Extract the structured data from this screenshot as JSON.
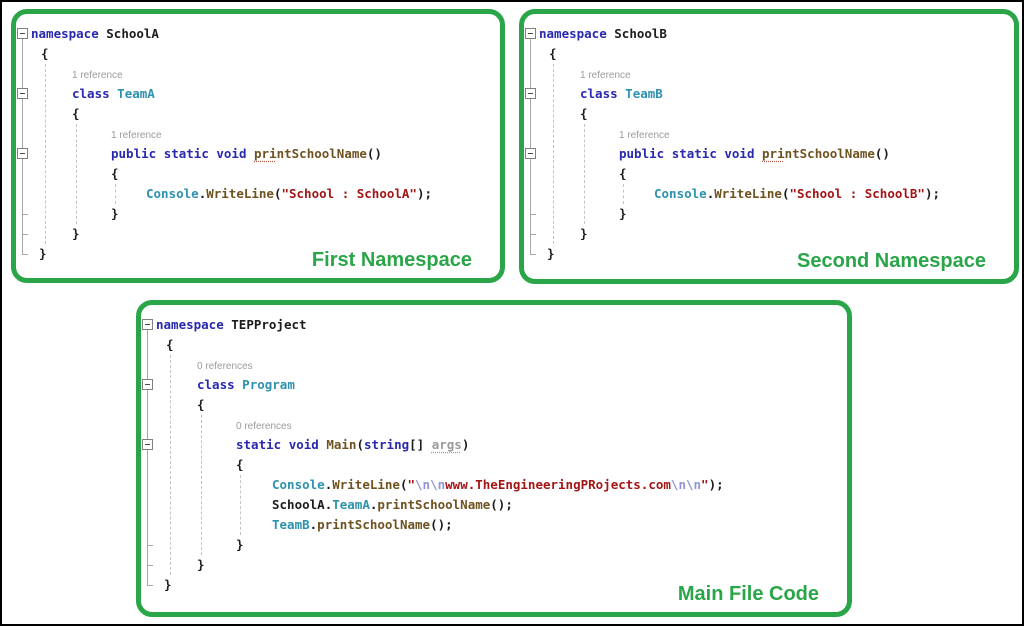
{
  "colors": {
    "accent_green": "#2aa548",
    "keyword_blue": "#2828b0",
    "type_teal": "#2e91af",
    "method_brown": "#6e5220",
    "string_red": "#a31515",
    "escape_lavender": "#8f97d8",
    "codelens_gray": "#9b9b9b"
  },
  "panels": [
    {
      "label": "First Namespace",
      "folds": [
        0,
        3,
        6
      ],
      "ticks": [
        9,
        10,
        11
      ],
      "guides": [
        {
          "x": 14,
          "from": 2,
          "to": 10
        },
        {
          "x": 45,
          "from": 5,
          "to": 9
        },
        {
          "x": 84,
          "from": 8,
          "to": 8
        }
      ],
      "lines": [
        {
          "ind": 0,
          "tokens": [
            [
              "kw",
              "namespace"
            ],
            [
              "pl",
              " "
            ],
            [
              "id",
              "SchoolA"
            ]
          ]
        },
        {
          "ind": 10,
          "tokens": [
            [
              "pl",
              "{"
            ]
          ]
        },
        {
          "ind": 41,
          "tokens": [
            [
              "lens",
              "1 reference"
            ]
          ]
        },
        {
          "ind": 41,
          "tokens": [
            [
              "kw",
              "class"
            ],
            [
              "pl",
              " "
            ],
            [
              "ty",
              "TeamA"
            ]
          ]
        },
        {
          "ind": 41,
          "tokens": [
            [
              "pl",
              "{"
            ]
          ]
        },
        {
          "ind": 80,
          "tokens": [
            [
              "lens",
              "1 reference"
            ]
          ]
        },
        {
          "ind": 80,
          "tokens": [
            [
              "kw",
              "public"
            ],
            [
              "pl",
              " "
            ],
            [
              "kw",
              "static"
            ],
            [
              "pl",
              " "
            ],
            [
              "kw",
              "void"
            ],
            [
              "pl",
              " "
            ],
            [
              "mesq",
              "pri"
            ],
            [
              "me",
              "ntSchoolName"
            ],
            [
              "pl",
              "()"
            ]
          ]
        },
        {
          "ind": 80,
          "tokens": [
            [
              "pl",
              "{"
            ]
          ]
        },
        {
          "ind": 115,
          "tokens": [
            [
              "ty",
              "Console"
            ],
            [
              "pl",
              "."
            ],
            [
              "me",
              "WriteLine"
            ],
            [
              "pl",
              "("
            ],
            [
              "st",
              "\"School : SchoolA\""
            ],
            [
              "pl",
              ");"
            ]
          ]
        },
        {
          "ind": 80,
          "tokens": [
            [
              "pl",
              "}"
            ]
          ]
        },
        {
          "ind": 41,
          "tokens": [
            [
              "pl",
              "}"
            ]
          ]
        },
        {
          "ind": 8,
          "tokens": [
            [
              "pl",
              "}"
            ]
          ]
        }
      ]
    },
    {
      "label": "Second Namespace",
      "folds": [
        0,
        3,
        6
      ],
      "ticks": [
        9,
        10,
        11
      ],
      "guides": [
        {
          "x": 14,
          "from": 2,
          "to": 10
        },
        {
          "x": 45,
          "from": 5,
          "to": 9
        },
        {
          "x": 84,
          "from": 8,
          "to": 8
        }
      ],
      "lines": [
        {
          "ind": 0,
          "tokens": [
            [
              "kw",
              "namespace"
            ],
            [
              "pl",
              " "
            ],
            [
              "id",
              "SchoolB"
            ]
          ]
        },
        {
          "ind": 10,
          "tokens": [
            [
              "pl",
              "{"
            ]
          ]
        },
        {
          "ind": 41,
          "tokens": [
            [
              "lens",
              "1 reference"
            ]
          ]
        },
        {
          "ind": 41,
          "tokens": [
            [
              "kw",
              "class"
            ],
            [
              "pl",
              " "
            ],
            [
              "ty",
              "TeamB"
            ]
          ]
        },
        {
          "ind": 41,
          "tokens": [
            [
              "pl",
              "{"
            ]
          ]
        },
        {
          "ind": 80,
          "tokens": [
            [
              "lens",
              "1 reference"
            ]
          ]
        },
        {
          "ind": 80,
          "tokens": [
            [
              "kw",
              "public"
            ],
            [
              "pl",
              " "
            ],
            [
              "kw",
              "static"
            ],
            [
              "pl",
              " "
            ],
            [
              "kw",
              "void"
            ],
            [
              "pl",
              " "
            ],
            [
              "mesq",
              "pri"
            ],
            [
              "me",
              "ntSchoolName"
            ],
            [
              "pl",
              "()"
            ]
          ]
        },
        {
          "ind": 80,
          "tokens": [
            [
              "pl",
              "{"
            ]
          ]
        },
        {
          "ind": 115,
          "tokens": [
            [
              "ty",
              "Console"
            ],
            [
              "pl",
              "."
            ],
            [
              "me",
              "WriteLine"
            ],
            [
              "pl",
              "("
            ],
            [
              "st",
              "\"School : SchoolB\""
            ],
            [
              "pl",
              ");"
            ]
          ]
        },
        {
          "ind": 80,
          "tokens": [
            [
              "pl",
              "}"
            ]
          ]
        },
        {
          "ind": 41,
          "tokens": [
            [
              "pl",
              "}"
            ]
          ]
        },
        {
          "ind": 8,
          "tokens": [
            [
              "pl",
              "}"
            ]
          ]
        }
      ]
    },
    {
      "label": "Main File Code",
      "folds": [
        0,
        3,
        6
      ],
      "ticks": [
        11,
        12,
        13
      ],
      "guides": [
        {
          "x": 14,
          "from": 2,
          "to": 12
        },
        {
          "x": 45,
          "from": 5,
          "to": 11
        },
        {
          "x": 84,
          "from": 8,
          "to": 10
        }
      ],
      "lines": [
        {
          "ind": 0,
          "tokens": [
            [
              "kw",
              "namespace"
            ],
            [
              "pl",
              " "
            ],
            [
              "id",
              "TEPProject"
            ]
          ]
        },
        {
          "ind": 10,
          "tokens": [
            [
              "pl",
              "{"
            ]
          ]
        },
        {
          "ind": 41,
          "tokens": [
            [
              "lens",
              "0 references"
            ]
          ]
        },
        {
          "ind": 41,
          "tokens": [
            [
              "kw",
              "class"
            ],
            [
              "pl",
              " "
            ],
            [
              "ty",
              "Program"
            ]
          ]
        },
        {
          "ind": 41,
          "tokens": [
            [
              "pl",
              "{"
            ]
          ]
        },
        {
          "ind": 80,
          "tokens": [
            [
              "lens",
              "0 references"
            ]
          ]
        },
        {
          "ind": 80,
          "tokens": [
            [
              "kw",
              "static"
            ],
            [
              "pl",
              " "
            ],
            [
              "kw",
              "void"
            ],
            [
              "pl",
              " "
            ],
            [
              "me",
              "Main"
            ],
            [
              "pl",
              "("
            ],
            [
              "kw",
              "string"
            ],
            [
              "pl",
              "[] "
            ],
            [
              "arg",
              "args"
            ],
            [
              "pl",
              ")"
            ]
          ]
        },
        {
          "ind": 80,
          "tokens": [
            [
              "pl",
              "{"
            ]
          ]
        },
        {
          "ind": 116,
          "tokens": [
            [
              "ty",
              "Console"
            ],
            [
              "pl",
              "."
            ],
            [
              "me",
              "WriteLine"
            ],
            [
              "pl",
              "("
            ],
            [
              "st",
              "\""
            ],
            [
              "esc",
              "\\n"
            ],
            [
              "esc",
              "\\n"
            ],
            [
              "st",
              "www.TheEngineeringPRojects.com"
            ],
            [
              "esc",
              "\\n"
            ],
            [
              "esc",
              "\\n"
            ],
            [
              "st",
              "\""
            ],
            [
              "pl",
              ");"
            ]
          ]
        },
        {
          "ind": 116,
          "tokens": [
            [
              "id",
              "SchoolA"
            ],
            [
              "pl",
              "."
            ],
            [
              "ty",
              "TeamA"
            ],
            [
              "pl",
              "."
            ],
            [
              "me",
              "printSchoolName"
            ],
            [
              "pl",
              "();"
            ]
          ]
        },
        {
          "ind": 116,
          "tokens": [
            [
              "ty",
              "TeamB"
            ],
            [
              "pl",
              "."
            ],
            [
              "me",
              "printSchoolName"
            ],
            [
              "pl",
              "();"
            ]
          ]
        },
        {
          "ind": 80,
          "tokens": [
            [
              "pl",
              "}"
            ]
          ]
        },
        {
          "ind": 41,
          "tokens": [
            [
              "pl",
              "}"
            ]
          ]
        },
        {
          "ind": 8,
          "tokens": [
            [
              "pl",
              "}"
            ]
          ]
        }
      ]
    }
  ]
}
